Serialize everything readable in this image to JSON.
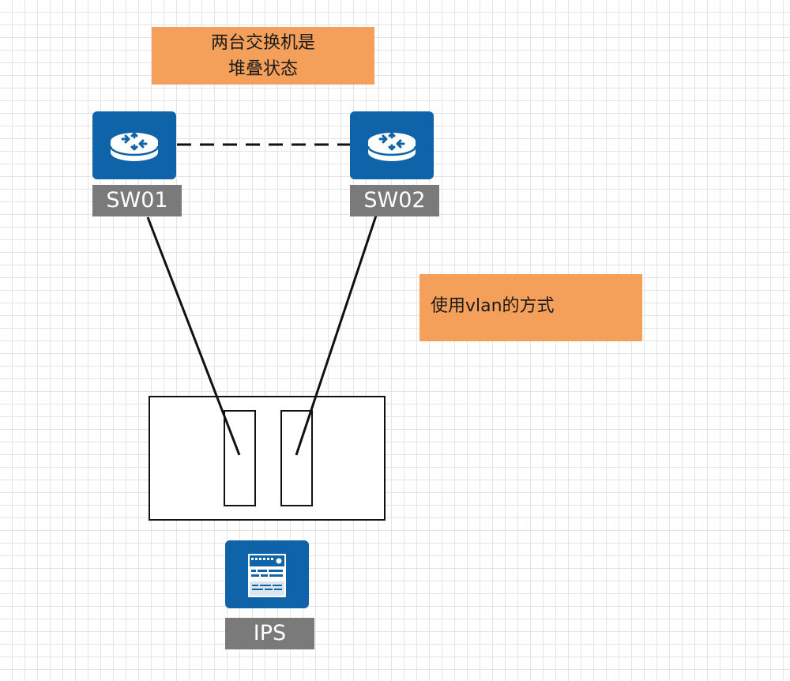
{
  "notes": {
    "stack": {
      "line1": "两台交换机是",
      "line2": "堆叠状态"
    },
    "vlan": "使用vlan的方式"
  },
  "devices": {
    "sw01": {
      "label": "SW01",
      "icon": "router-icon"
    },
    "sw02": {
      "label": "SW02",
      "icon": "router-icon"
    },
    "ips": {
      "label": "IPS",
      "icon": "ips-appliance-icon"
    }
  },
  "colors": {
    "note_fill": "#f5a05a",
    "device_fill": "#0f63a8",
    "label_fill": "#7a7a7a",
    "link_line": "#111111"
  },
  "links": [
    {
      "from": "SW01",
      "to": "SW02",
      "style": "dashed"
    },
    {
      "from": "SW01",
      "to": "IPS",
      "style": "solid"
    },
    {
      "from": "SW02",
      "to": "IPS",
      "style": "solid"
    }
  ]
}
